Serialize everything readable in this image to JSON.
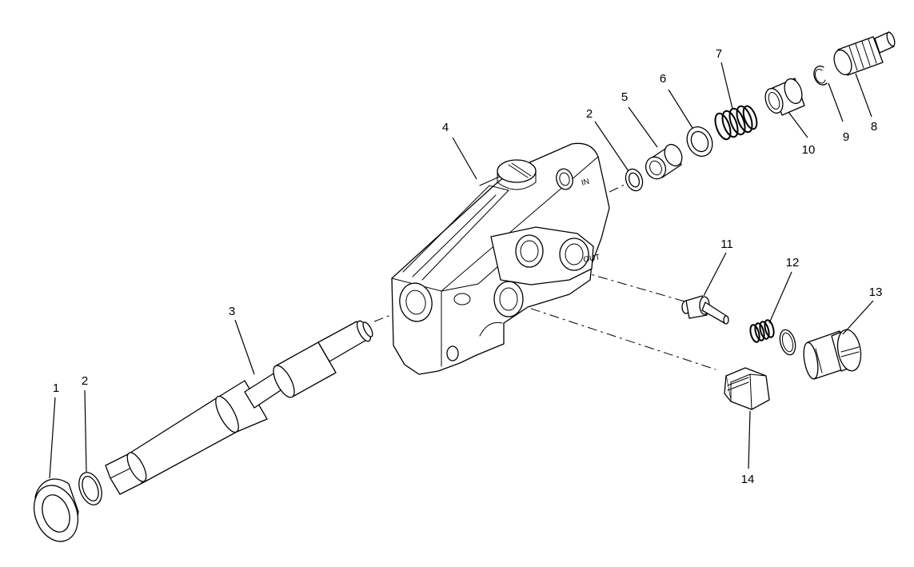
{
  "diagram": {
    "callouts": [
      "1",
      "2",
      "3",
      "4",
      "2",
      "5",
      "6",
      "7",
      "10",
      "9",
      "8",
      "11",
      "12",
      "13",
      "14"
    ],
    "stamp_in": "IN",
    "stamp_out": "OUT"
  }
}
